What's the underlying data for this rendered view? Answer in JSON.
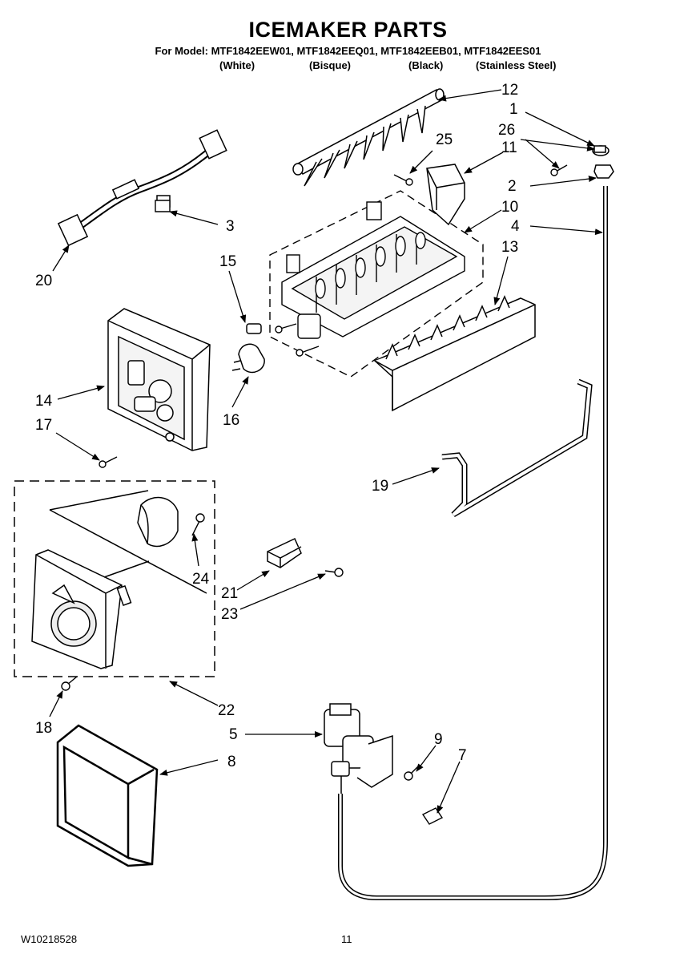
{
  "header": {
    "title": "ICEMAKER PARTS",
    "models": "For Model: MTF1842EEW01, MTF1842EEQ01, MTF1842EEB01, MTF1842EES01",
    "colors": [
      "(White)",
      "(Bisque)",
      "(Black)",
      "(Stainless Steel)"
    ]
  },
  "callouts": {
    "c1": "1",
    "c2": "2",
    "c3": "3",
    "c4": "4",
    "c5": "5",
    "c7": "7",
    "c8": "8",
    "c9": "9",
    "c10": "10",
    "c11": "11",
    "c12": "12",
    "c13": "13",
    "c14": "14",
    "c15": "15",
    "c16": "16",
    "c17": "17",
    "c18": "18",
    "c19": "19",
    "c20": "20",
    "c21": "21",
    "c22": "22",
    "c23": "23",
    "c24": "24",
    "c25": "25",
    "c26": "26"
  },
  "footer": {
    "doc_number": "W10218528",
    "page_number": "11"
  }
}
